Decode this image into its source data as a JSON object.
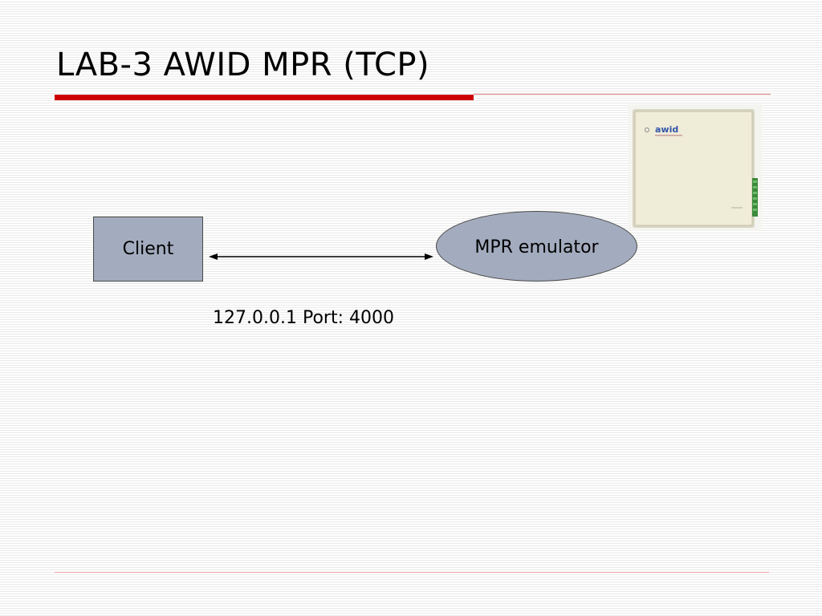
{
  "slide": {
    "title": "LAB-3 AWID MPR (TCP)",
    "client_label": "Client",
    "emulator_label": "MPR emulator",
    "address_label": "127.0.0.1 Port: 4000",
    "device_logo": "awid",
    "colors": {
      "accent": "#cc0000",
      "node_fill": "#a3acbe",
      "device_body": "#efecd8",
      "logo": "#3355aa"
    }
  }
}
